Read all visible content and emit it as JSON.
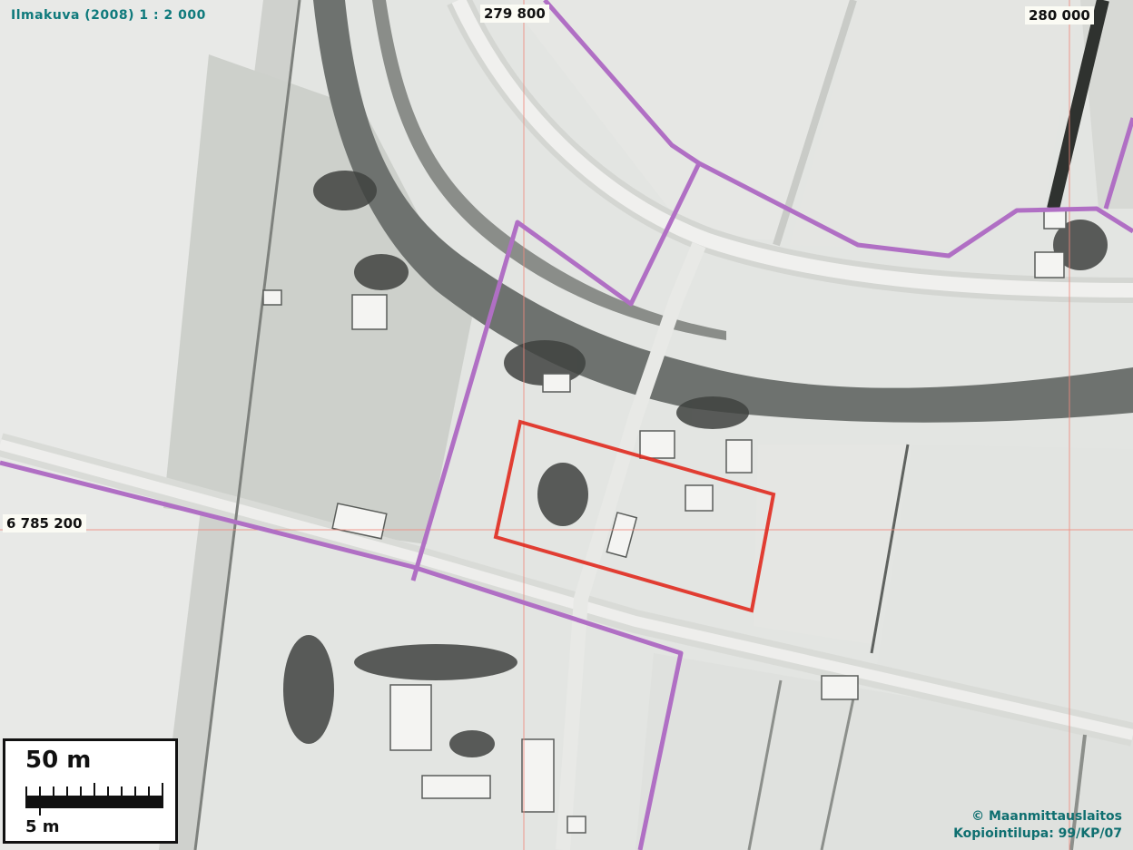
{
  "map": {
    "title": "Ilmakuva (2008) 1 : 2 000",
    "coordinates": {
      "x_left": "279 800",
      "x_right": "280 000",
      "y": "6 785 200"
    },
    "scale_bar": {
      "major_label": "50 m",
      "minor_label": "5 m"
    },
    "credits": {
      "copyright": "© Maanmittauslaitos",
      "license": "Kopiointilupa: 99/KP/07"
    },
    "colors": {
      "boundary": "#b06fc4",
      "highlight": "#e02a1f",
      "grid": "#f07a6c",
      "river": "#6e726f",
      "field": "#e4e6e3",
      "road": "#d2d4d0",
      "trees": "#3f423f"
    }
  }
}
